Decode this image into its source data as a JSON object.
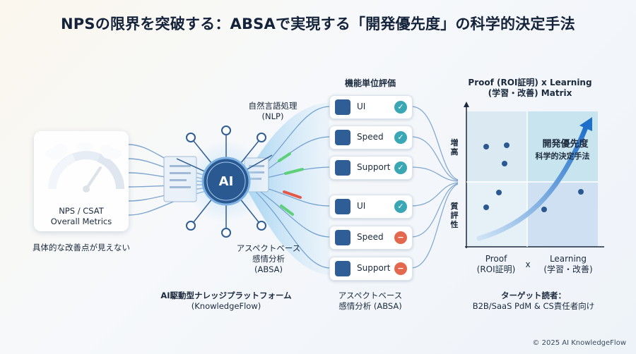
{
  "title": "NPSの限界を突破する：ABSAで実現する「開発優先度」の科学的決定手法",
  "nps_card": {
    "label_line1": "NPS / CSAT",
    "label_line2": "Overall Metrics",
    "caption": "具体的な改善点が見えない"
  },
  "platform": {
    "ai_label": "AI",
    "nlp_line1": "自然言語処理",
    "nlp_line2": "(NLP)",
    "absa_line1": "アスペクトベース",
    "absa_line2": "感情分析",
    "absa_line3": "(ABSA)",
    "name": "AI駆動型ナレッジプラットフォーム",
    "name_sub": "(KnowledgeFlow)"
  },
  "features": {
    "heading": "機能単位評価",
    "footer_line1": "アスペクトベース",
    "footer_line2": "感情分析 (ABSA)",
    "items": [
      {
        "label": "UI",
        "icon": "window-icon",
        "status": "positive"
      },
      {
        "label": "Speed",
        "icon": "speedometer-icon",
        "status": "positive"
      },
      {
        "label": "Support",
        "icon": "support-person-icon",
        "status": "positive"
      },
      {
        "label": "UI",
        "icon": "list-icon",
        "status": "positive"
      },
      {
        "label": "Speed",
        "icon": "speedometer-icon",
        "status": "negative"
      },
      {
        "label": "Support",
        "icon": "support-person-icon",
        "status": "negative"
      }
    ]
  },
  "matrix": {
    "heading_line1": "Proof (ROI証明) x Learning",
    "heading_line2": "(学習・改善) Matrix",
    "y_top": "増高",
    "y_bottom": "質評性",
    "x_left_line1": "Proof",
    "x_left_line2": "(ROI証明)",
    "x_sep": "x",
    "x_right_line1": "Learning",
    "x_right_line2": "(学習・改善)",
    "quadrant_title": "開発優先度",
    "quadrant_sub": "科学的決定手法"
  },
  "audience": {
    "heading": "ターゲット読者：",
    "text": "B2B/SaaS PdM & CS責任者向け"
  },
  "copyright": "© 2025 AI KnowledgeFlow",
  "colors": {
    "primary": "#2f5d95",
    "positive": "#3aa7b5",
    "negative": "#e2694e",
    "green": "#5fd07a",
    "red": "#e4584a"
  }
}
